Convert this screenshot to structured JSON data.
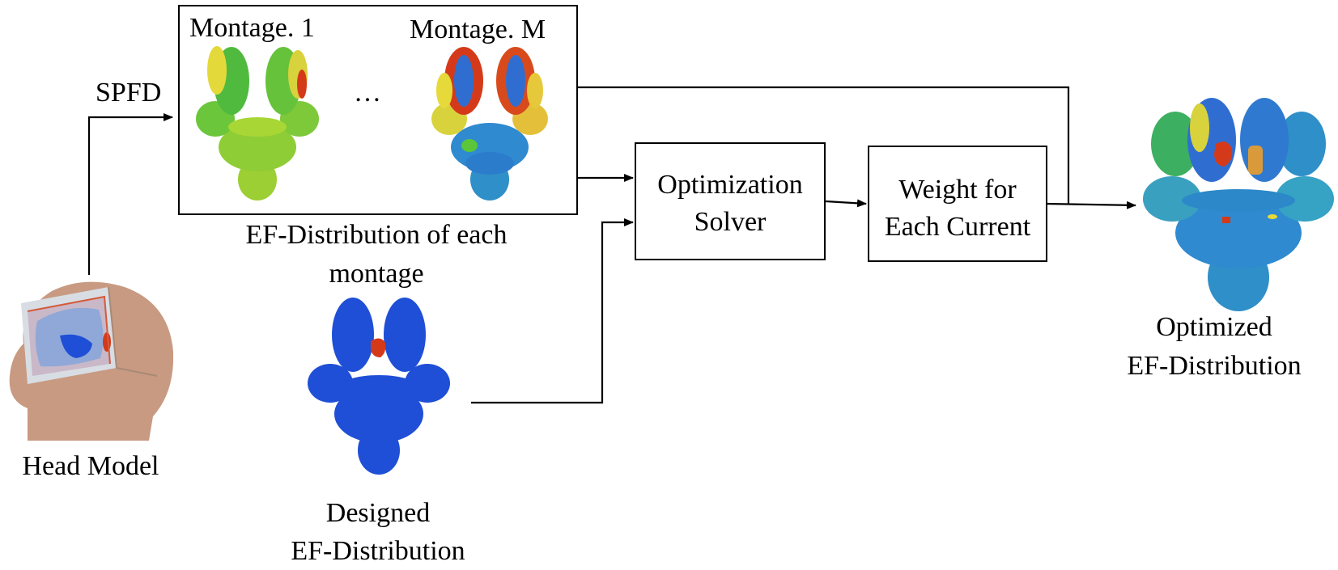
{
  "labels": {
    "spfd": "SPFD",
    "montage_1": "Montage. 1",
    "montage_m": "Montage. M",
    "ellipsis": "…",
    "ef_each_line1": "EF-Distribution of each",
    "ef_each_line2": "montage",
    "head_model": "Head Model",
    "designed_line1": "Designed",
    "designed_line2": "EF-Distribution",
    "optimized_line1": "Optimized",
    "optimized_line2": "EF-Distribution"
  },
  "boxes": {
    "solver_line1": "Optimization",
    "solver_line2": "Solver",
    "weight_line1": "Weight  for",
    "weight_line2": "Each Current"
  },
  "colors": {
    "line": "#000000",
    "skin": "#c89a82",
    "brain_blue": "#1f4fd6",
    "ef_green": "#5cc63a",
    "ef_yellow": "#e6d93a",
    "ef_red": "#d43a1a",
    "ef_teal": "#2f8fc8"
  },
  "icons": {
    "head": "head-model-icon",
    "montage_1": "brainstem-ef-montage-1-icon",
    "montage_m": "brainstem-ef-montage-m-icon",
    "designed": "brainstem-designed-ef-icon",
    "optimized": "brainstem-optimized-ef-icon"
  }
}
